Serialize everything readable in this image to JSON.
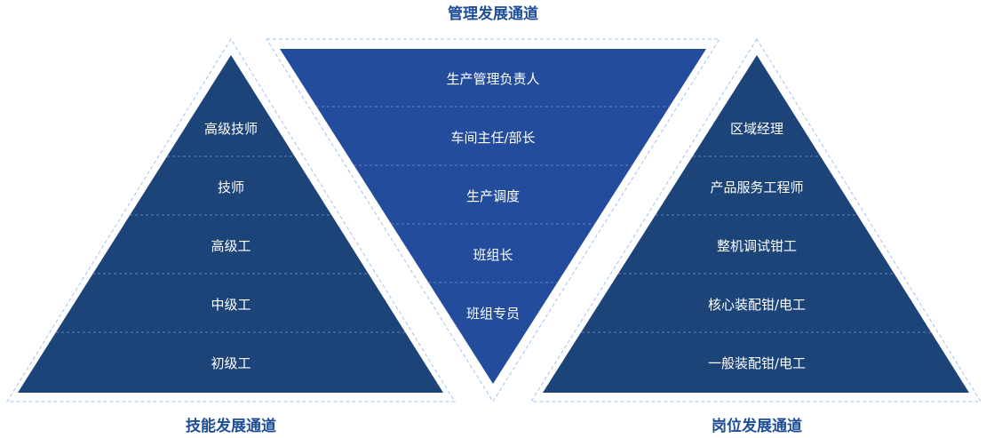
{
  "titles": {
    "management": "管理发展通道",
    "skill": "技能发展通道",
    "position": "岗位发展通道"
  },
  "colors": {
    "dark_navy": "#1d4479",
    "royal_blue": "#234c9c",
    "title_blue": "#1e4f96",
    "dash_outline": "#9fc4ec"
  },
  "skill_pyramid": [
    "高级技师",
    "技师",
    "高级工",
    "中级工",
    "初级工"
  ],
  "management_pyramid": [
    "生产管理负责人",
    "车间主任/部长",
    "生产调度",
    "班组长",
    "班组专员"
  ],
  "position_pyramid": [
    "区域经理",
    "产品服务工程师",
    "整机调试钳工",
    "核心装配钳/电工",
    "一般装配钳/电工"
  ]
}
